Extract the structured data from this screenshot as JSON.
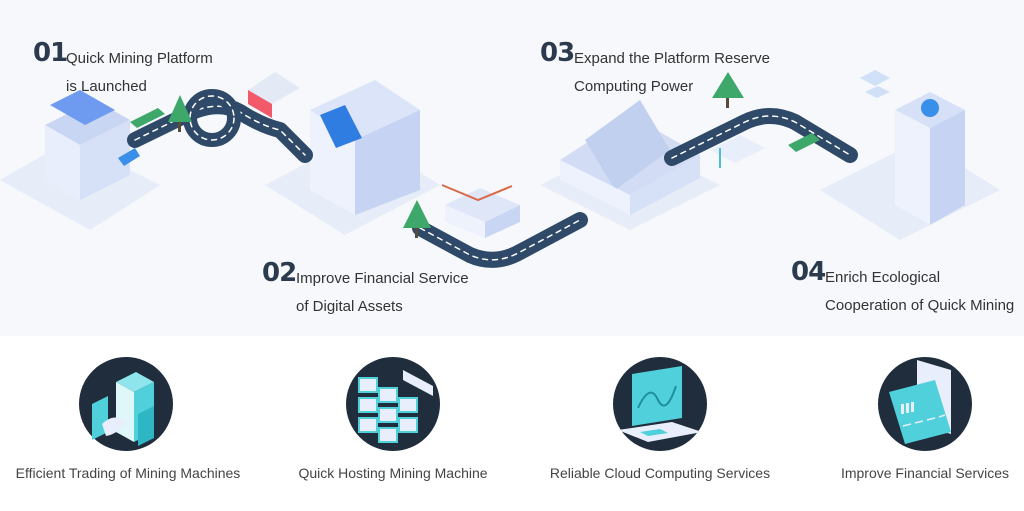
{
  "steps": [
    {
      "num": "01",
      "line1": "Quick Mining Platform",
      "line2": "is Launched"
    },
    {
      "num": "02",
      "line1": "Improve Financial Service",
      "line2": "of Digital Assets"
    },
    {
      "num": "03",
      "line1": "Expand the Platform Reserve",
      "line2": "Computing Power"
    },
    {
      "num": "04",
      "line1": "Enrich Ecological",
      "line2": "Cooperation of Quick Mining"
    }
  ],
  "features": [
    {
      "label": "Efficient Trading of Mining Machines",
      "icon": "handshake-icon"
    },
    {
      "label": "Quick Hosting Mining Machine",
      "icon": "server-rack-icon"
    },
    {
      "label": "Reliable Cloud Computing Services",
      "icon": "laptop-chart-icon"
    },
    {
      "label": "Improve Financial Services",
      "icon": "card-phone-icon"
    }
  ],
  "colors": {
    "road": "#2f4a68",
    "road_dash": "#ffffff",
    "building_light": "#e8eefb",
    "building_mid": "#c9d6f3",
    "building_dark": "#aebfe8",
    "tree": "#3ea86a",
    "icon_circle": "#1f2d3d",
    "icon_teal": "#4fd0da",
    "number": "#2b3a4d"
  }
}
